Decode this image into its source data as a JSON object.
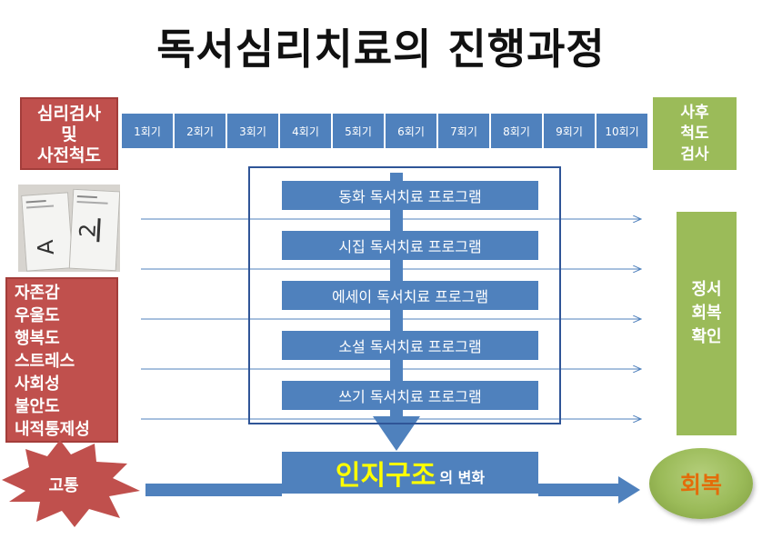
{
  "title": "독서심리치료의 진행과정",
  "pretest": {
    "line1": "심리검사",
    "line2": "및",
    "line3": "사전척도"
  },
  "sessions": [
    "1회기",
    "2회기",
    "3회기",
    "4회기",
    "5회기",
    "6회기",
    "7회기",
    "8회기",
    "9회기",
    "10회기"
  ],
  "posttest": {
    "line1": "사후",
    "line2": "척도",
    "line3": "검사"
  },
  "photo_booklets": {
    "left_mark": "A",
    "right_mark": "2"
  },
  "indicators": [
    "자존감",
    "우울도",
    "행복도",
    "스트레스",
    "사회성",
    "불안도",
    "내적통제성"
  ],
  "emotion": {
    "line1": "정서",
    "line2": "회복",
    "line3": "확인"
  },
  "programs": [
    "동화 독서치료 프로그램",
    "시집 독서치료 프로그램",
    "에세이 독서치료 프로그램",
    "소설 독서치료 프로그램",
    "쓰기 독서치료 프로그램"
  ],
  "cognitive": {
    "main": "인지구조",
    "sub": "의 변화"
  },
  "pain": "고통",
  "recovery": "회복",
  "colors": {
    "red": "#c0504d",
    "blue": "#4f81bd",
    "green": "#9bbb59",
    "yellow": "#ffff00",
    "orange": "#e36c0a"
  }
}
